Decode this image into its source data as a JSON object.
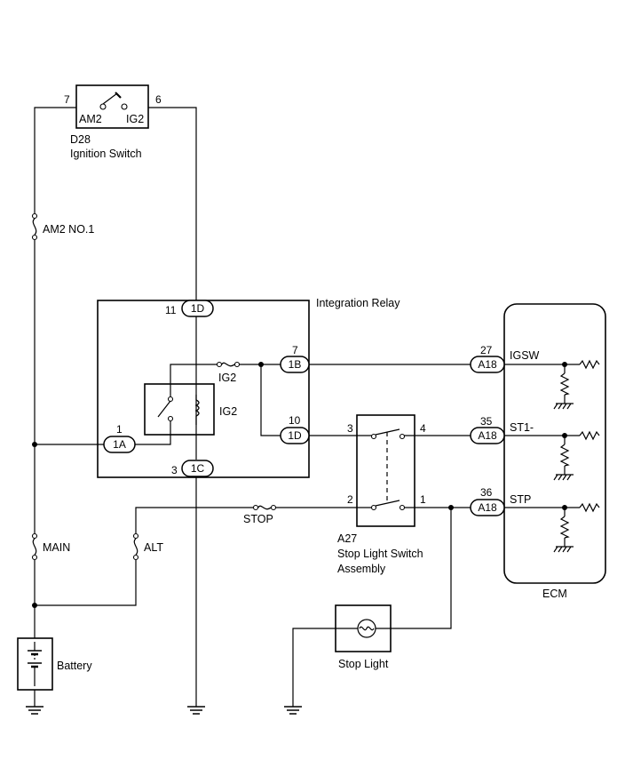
{
  "ignition_switch": {
    "code": "D28",
    "name": "Ignition Switch",
    "terminal_left": "AM2",
    "terminal_right": "IG2",
    "pin_left": "7",
    "pin_right": "6"
  },
  "fuses": {
    "am2": "AM2 NO.1",
    "main": "MAIN",
    "alt": "ALT",
    "stop": "STOP",
    "ig2_fuse": "IG2"
  },
  "integration_relay": {
    "name": "Integration Relay",
    "relay_label": "IG2",
    "connectors": [
      {
        "pin": "11",
        "code": "1D"
      },
      {
        "pin": "7",
        "code": "1B"
      },
      {
        "pin": "1",
        "code": "1A"
      },
      {
        "pin": "10",
        "code": "1D"
      },
      {
        "pin": "3",
        "code": "1C"
      }
    ]
  },
  "stop_light_switch": {
    "code": "A27",
    "name_line1": "Stop Light Switch",
    "name_line2": "Assembly",
    "pins": {
      "top_left": "3",
      "top_right": "4",
      "bottom_left": "2",
      "bottom_right": "1"
    }
  },
  "ecm": {
    "name": "ECM",
    "connectors": [
      {
        "pin": "27",
        "code": "A18",
        "signal": "IGSW"
      },
      {
        "pin": "35",
        "code": "A18",
        "signal": "ST1-"
      },
      {
        "pin": "36",
        "code": "A18",
        "signal": "STP"
      }
    ]
  },
  "battery": {
    "name": "Battery"
  },
  "stop_light": {
    "name": "Stop Light"
  }
}
